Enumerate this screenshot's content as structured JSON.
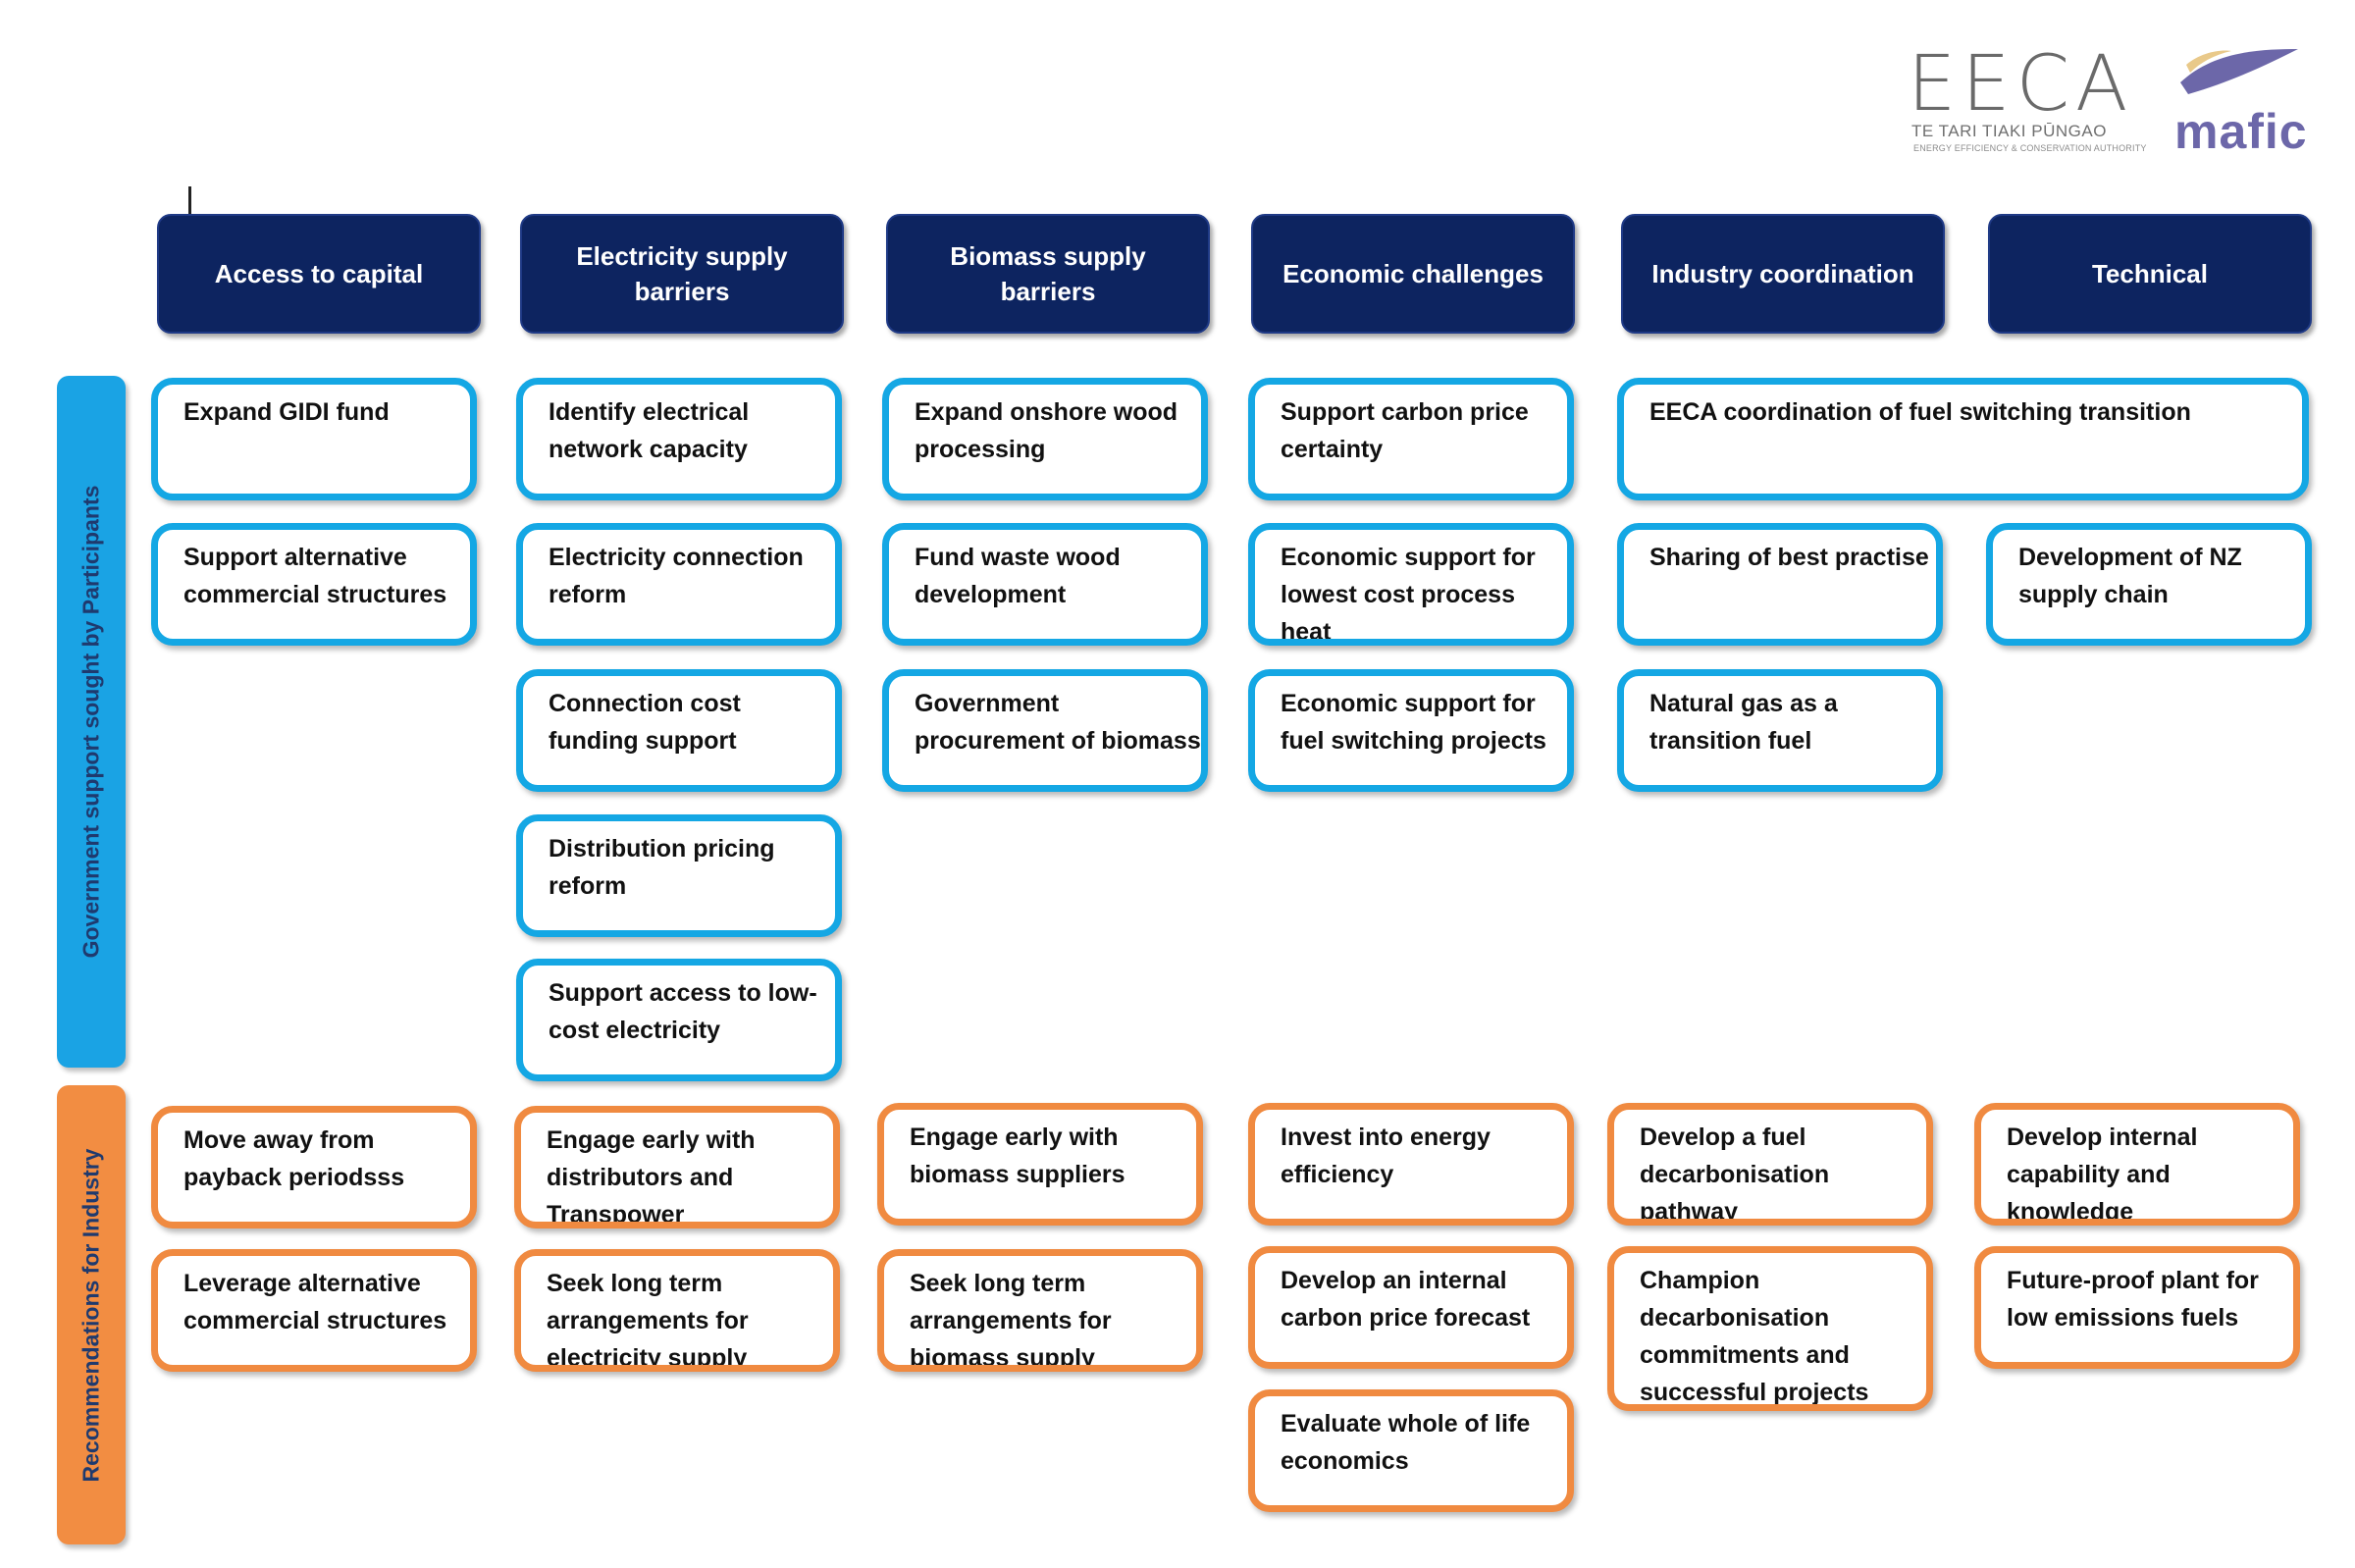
{
  "logos": {
    "eeca_name": "EECA",
    "eeca_tagline": "TE TARI TIAKI PŪNGAO",
    "eeca_subtitle": "ENERGY EFFICIENCY & CONSERVATION AUTHORITY",
    "mafic_name": "mafic",
    "mafic_color": "#6c67a9"
  },
  "colors": {
    "header_bg": "#0d2460",
    "government_accent": "#1aa3e4",
    "industry_accent": "#f28d42"
  },
  "headers": [
    "Access to capital",
    "Electricity supply barriers",
    "Biomass supply barriers",
    "Economic challenges",
    "Industry coordination",
    "Technical"
  ],
  "rows": {
    "government": "Government support sought by Participants",
    "industry": "Recommendations for Industry"
  },
  "government": {
    "access_capital": [
      "Expand GIDI fund",
      "Support alternative commercial structures"
    ],
    "electricity": [
      "Identify electrical network capacity",
      "Electricity connection reform",
      "Connection cost funding support",
      "Distribution pricing reform",
      "Support access to low-cost electricity"
    ],
    "biomass": [
      "Expand onshore wood processing",
      "Fund waste wood development",
      "Government procurement of biomass"
    ],
    "economic": [
      "Support carbon price certainty",
      "Economic support for lowest cost process heat",
      "Economic support for fuel switching projects"
    ],
    "coordination_wide": "EECA coordination of fuel switching transition",
    "coordination": [
      "Sharing of best practise",
      "Natural gas as a transition fuel"
    ],
    "technical": [
      "Development of NZ supply chain"
    ]
  },
  "industry": {
    "access_capital": [
      "Move away from payback periodsss",
      "Leverage alternative commercial structures"
    ],
    "electricity": [
      "Engage early with distributors and Transpower",
      "Seek long term arrangements for electricity supply"
    ],
    "biomass": [
      "Engage early with biomass suppliers",
      "Seek long term arrangements for biomass supply"
    ],
    "economic": [
      "Invest into energy efficiency",
      "Develop an internal carbon price forecast",
      "Evaluate whole of life economics"
    ],
    "coordination": [
      "Develop a fuel decarbonisation pathway",
      "Champion decarbonisation commitments and successful projects"
    ],
    "technical": [
      "Develop internal capability and knowledge",
      "Future-proof plant for low emissions fuels"
    ]
  }
}
